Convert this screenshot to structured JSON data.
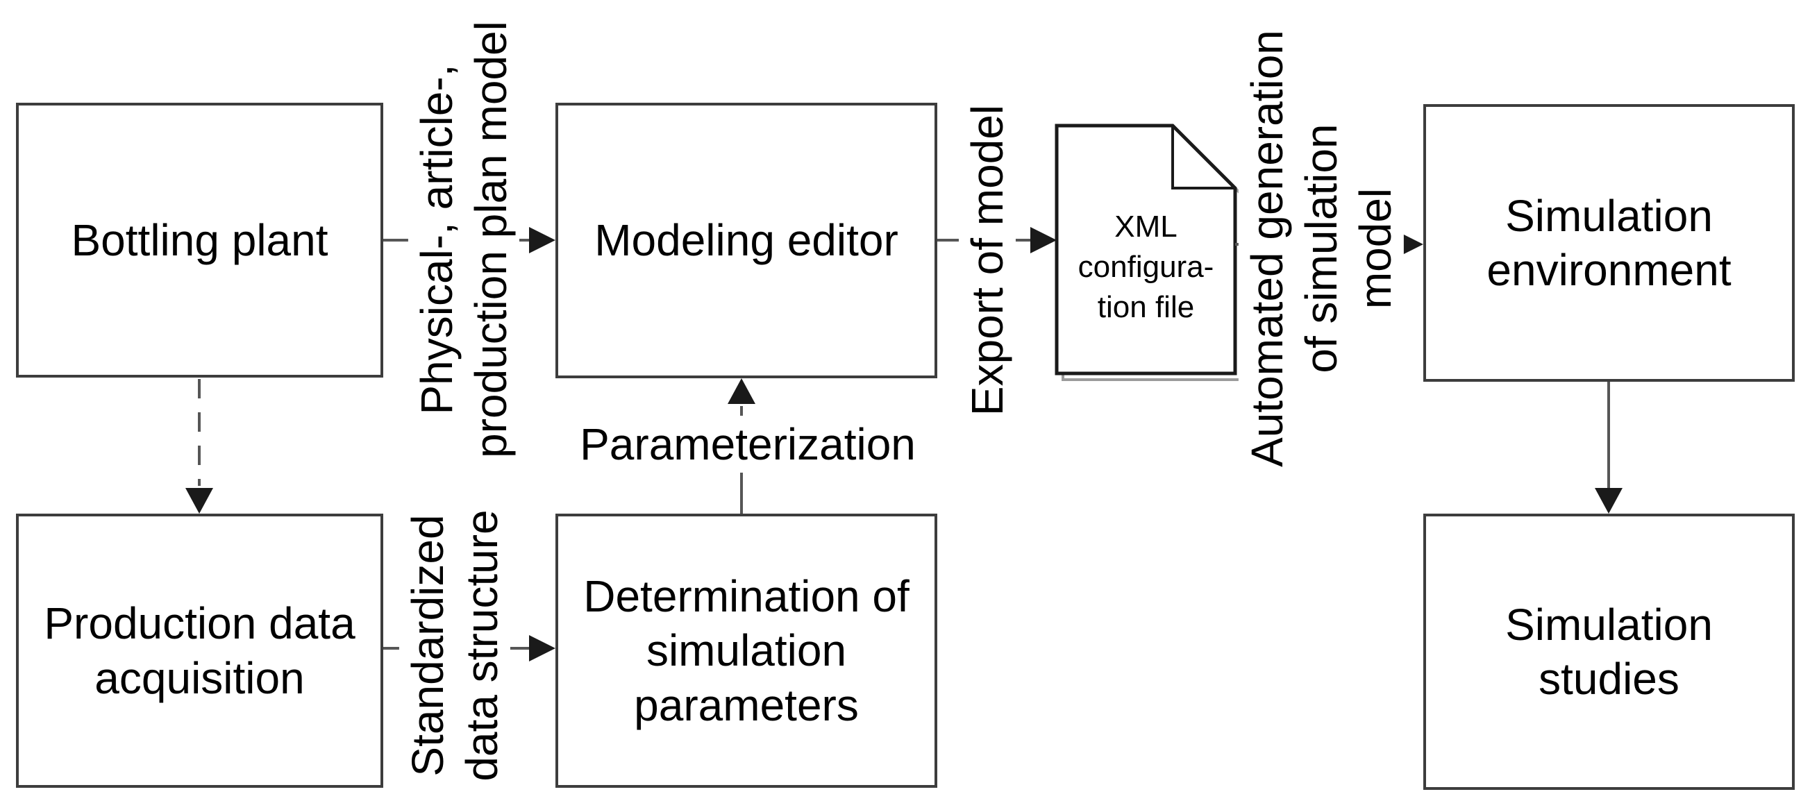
{
  "colors": {
    "background": "#ffffff",
    "node_fill": "#ffffff",
    "box_border": "#3d3d3d",
    "doc_border": "#1a1a1a",
    "line_color": "#565656",
    "arrow_color": "#1a1a1a",
    "text_color": "#000000",
    "shadow_color": "#9b9b9b"
  },
  "nodes": {
    "bottling_plant": {
      "label": "Bottling plant"
    },
    "production_data_acquisition": {
      "label": "Production data\nacquisition"
    },
    "modeling_editor": {
      "label": "Modeling editor"
    },
    "determination_of_simulation_parameters": {
      "label": "Determination of\nsimulation\nparameters"
    },
    "xml_configuration_file": {
      "label": "XML\nconfigura-\ntion file"
    },
    "simulation_environment": {
      "label": "Simulation\nenvironment"
    },
    "simulation_studies": {
      "label": "Simulation\nstudies"
    }
  },
  "edge_labels": {
    "physical_article_production_plan_model": "Physical-, article-,\nproduction plan model",
    "standardized_data_structure": "Standardized\ndata structure",
    "parameterization": "Parameterization",
    "export_of_model": "Export of model",
    "automated_generation_of_simulation_model": "Automated generation\nof simulation\nmodel"
  }
}
